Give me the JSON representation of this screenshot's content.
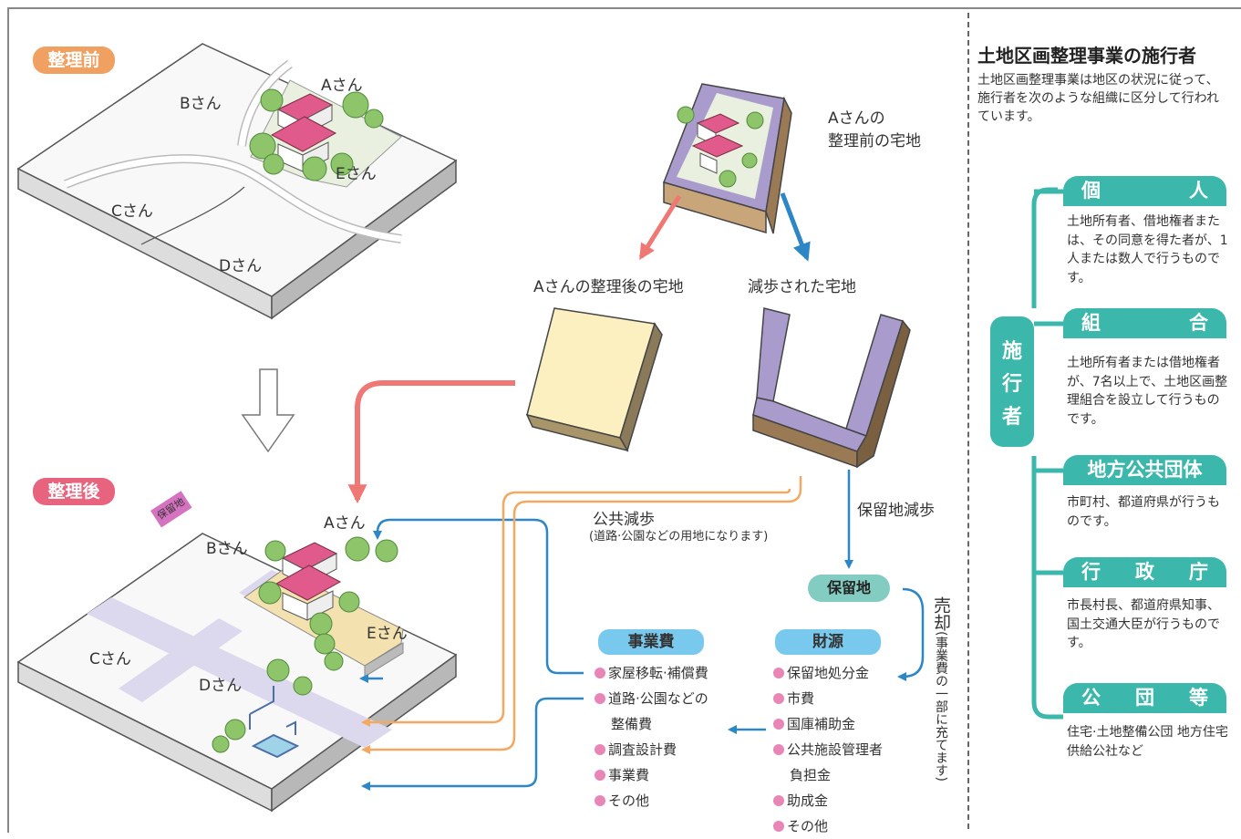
{
  "colors": {
    "before_badge": "#f0a060",
    "after_badge": "#e8647e",
    "teal": "#3bb7ab",
    "label_blue": "#79c9ef",
    "arrow_red": "#ef7874",
    "arrow_blue": "#2d86c6",
    "line_orange": "#f4a862",
    "bullet_pink": "#e986b8",
    "reserve_pink": "#d673c1"
  },
  "before": {
    "badge": "整理前",
    "names": {
      "a": "Aさん",
      "b": "Bさん",
      "c": "Cさん",
      "d": "Dさん",
      "e": "Eさん"
    }
  },
  "after": {
    "badge": "整理後",
    "reserve_tag": "保留地",
    "names": {
      "a": "Aさん",
      "b": "Bさん",
      "c": "Cさん",
      "d": "Dさん",
      "e": "Eさん"
    }
  },
  "flow": {
    "a_before_lot": [
      "Aさんの",
      "整理前の宅地"
    ],
    "a_after_lot": "Aさんの整理後の宅地",
    "reduced_lot": "減歩された宅地",
    "public_reduction": "公共減歩",
    "public_reduction_note": "(道路·公園などの用地になります)",
    "reserve_reduction": "保留地減歩",
    "reserve_land": "保留地",
    "sale_big": "売却",
    "sale_note": "(事業費の一部に充てます)"
  },
  "costs": {
    "title": "事業費",
    "items": [
      "家屋移転·補償費",
      "道路·公園などの",
      "整備費",
      "調査設計費",
      "事業費",
      "その他"
    ]
  },
  "funds": {
    "title": "財源",
    "items": [
      "保留地処分金",
      "市費",
      "国庫補助金",
      "公共施設管理者",
      "負担金",
      "助成金",
      "その他"
    ]
  },
  "side": {
    "title": "土地区画整理事業の施行者",
    "intro": "土地区画整理事業は地区の状況に従って、施行者を次のような組織に区分して行われています。",
    "label_chars": [
      "施",
      "行",
      "者"
    ],
    "items": [
      {
        "title": "個 人",
        "desc": "土地所有者、借地権者または、その同意を得た者が、1人または数人で行うものです。"
      },
      {
        "title": "組 合",
        "desc": "土地所有者または借地権者が、7名以上で、土地区画整理組合を設立して行うものです。"
      },
      {
        "title": "地方公共団体",
        "desc": "市町村、都道府県が行うものです。"
      },
      {
        "title": "行 政 庁",
        "desc": "市長村長、都道府県知事、国土交通大臣が行うものです。"
      },
      {
        "title": "公 団 等",
        "desc": "住宅·土地整備公団 地方住宅供給公社など"
      }
    ]
  }
}
